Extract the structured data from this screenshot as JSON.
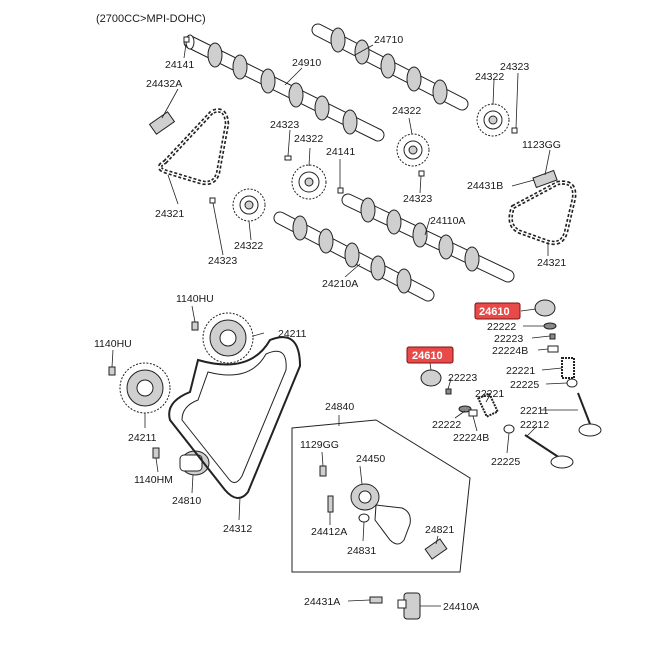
{
  "title": "(2700CC>MPI-DOHC)",
  "colors": {
    "highlight": "#e84a4a",
    "ink": "#1a1a1a"
  },
  "labels": {
    "p24141a": "24141",
    "p24910": "24910",
    "p24710": "24710",
    "p24323a": "24323",
    "p24322a": "24322",
    "p24432a": "24432A",
    "p24323b": "24323",
    "p24322b": "24322",
    "p24141b": "24141",
    "p24322c": "24322",
    "p1123gg": "1123GG",
    "p24431b": "24431B",
    "p24323c": "24323",
    "p24110a": "24110A",
    "p24321a": "24321",
    "p24322d": "24322",
    "p24323d": "24323",
    "p24210a": "24210A",
    "p24321b": "24321",
    "p24610a": "24610",
    "p22222a": "22222",
    "p22223a": "22223",
    "p22224ba": "22224B",
    "p24610b": "24610",
    "p22221a": "22221",
    "p22225a": "22225",
    "p22223b": "22223",
    "p22221b": "22221",
    "p22222b": "22222",
    "p22224bb": "22224B",
    "p22211": "22211",
    "p22212": "22212",
    "p22225b": "22225",
    "p1140hu_a": "1140HU",
    "p24211a": "24211",
    "p1140hu_b": "1140HU",
    "p24211b": "24211",
    "p1140hm": "1140HM",
    "p24810": "24810",
    "p24312": "24312",
    "p24840": "24840",
    "p1129gg": "1129GG",
    "p24450": "24450",
    "p24412a": "24412A",
    "p24831": "24831",
    "p24821": "24821",
    "p24431a": "24431A",
    "p24410a": "24410A"
  }
}
